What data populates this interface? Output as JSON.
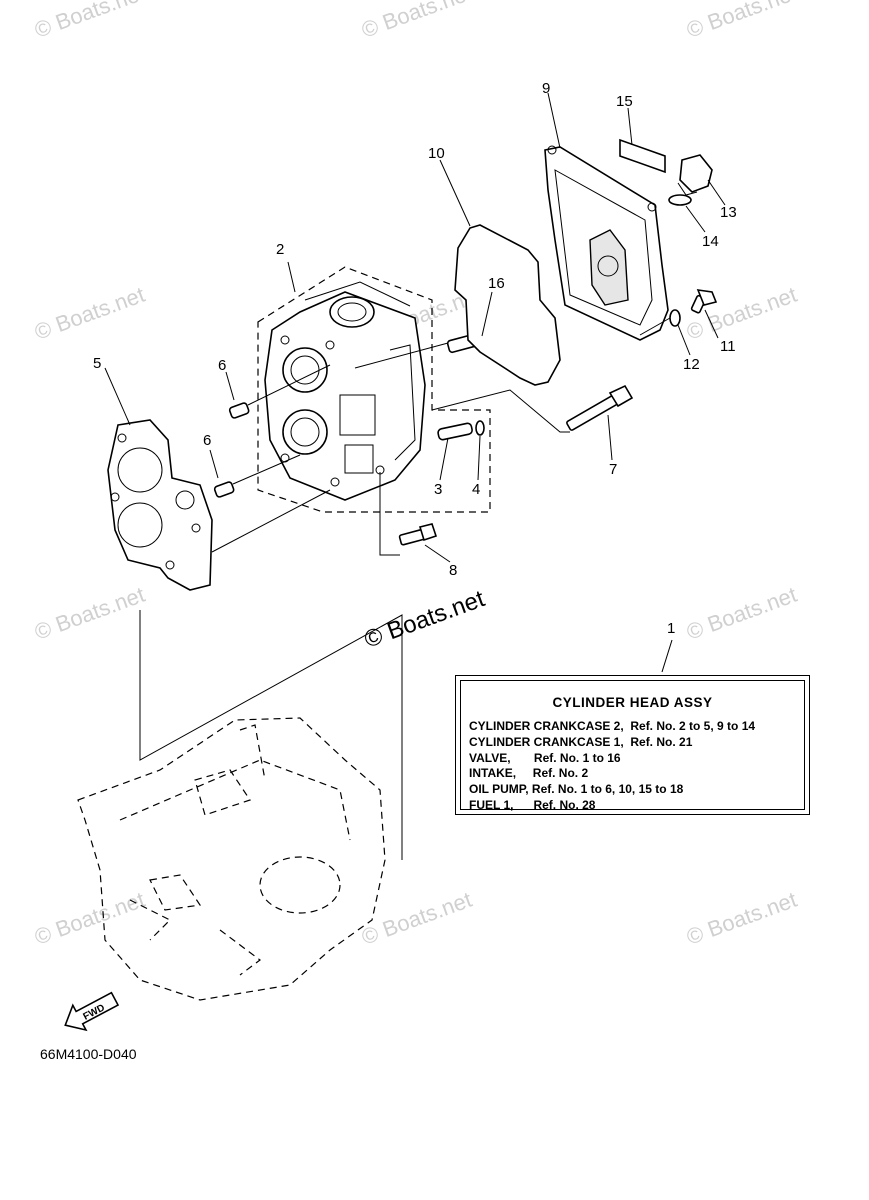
{
  "callouts": [
    "1",
    "2",
    "3",
    "4",
    "5",
    "6",
    "6",
    "7",
    "8",
    "9",
    "10",
    "11",
    "12",
    "13",
    "14",
    "15",
    "16"
  ],
  "note": {
    "title": "CYLINDER  HEAD ASSY",
    "lines": [
      "CYLINDER CRANKCASE 2,  Ref. No. 2 to 5, 9 to 14",
      "CYLINDER CRANKCASE 1,  Ref. No. 21",
      "VALVE,       Ref. No. 1 to 16",
      "INTAKE,     Ref. No. 2",
      "OIL PUMP, Ref. No. 1 to 6, 10, 15 to 18",
      "FUEL 1,      Ref. No. 28"
    ]
  },
  "fwd_label": "FWD",
  "diagram_code": "66M4100-D040",
  "watermark": "© Boats.net"
}
